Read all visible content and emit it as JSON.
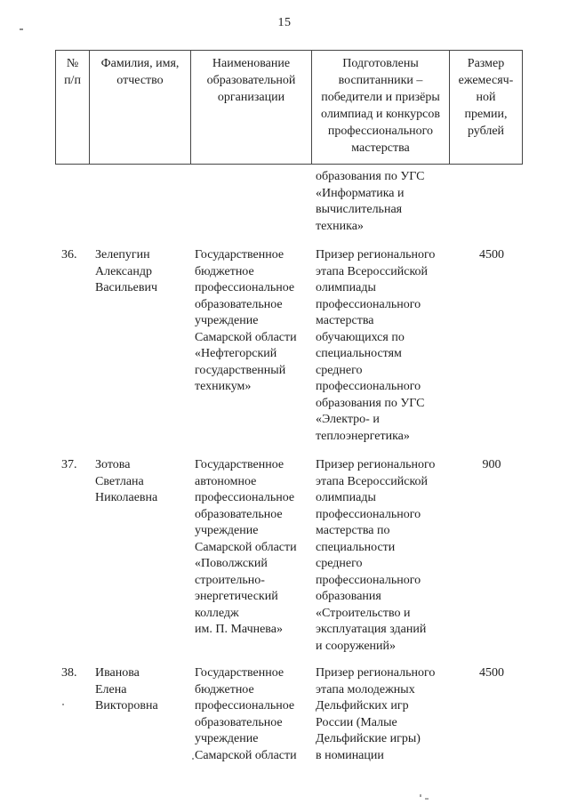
{
  "page": {
    "number": "15"
  },
  "table": {
    "headers": {
      "num": "№\nп/п",
      "name": "Фамилия, имя,\nотчество",
      "organization": "Наименование\nобразовательной\nорганизации",
      "achievement": "Подготовлены\nвоспитанники –\nпобедители и призёры\nолимпиад и конкурсов\nпрофессионального\nмастерства",
      "amount": "Размер\nежемесяч-\nной\nпремии,\nрублей"
    },
    "carryover": {
      "achievement": "образования по УГС\n«Информатика и\nвычислительная\nтехника»"
    },
    "rows": [
      {
        "num": "36.",
        "name": "Зелепугин\nАлександр\nВасильевич",
        "organization": "Государственное\nбюджетное\nпрофессиональное\nобразовательное\nучреждение\nСамарской области\n«Нефтегорский\nгосударственный\nтехникум»",
        "achievement": "Призер регионального\nэтапа Всероссийской\nолимпиады\nпрофессионального\nмастерства\nобучающихся по\nспециальностям\nсреднего\nпрофессионального\nобразования по УГС\n«Электро- и\nтеплоэнергетика»",
        "amount": "4500"
      },
      {
        "num": "37.",
        "name": "Зотова\nСветлана\nНиколаевна",
        "organization": "Государственное\nавтономное\nпрофессиональное\nобразовательное\nучреждение\nСамарской области\n«Поволжский\nстроительно-\nэнергетический\nколледж\nим. П. Мачнева»",
        "achievement": "Призер регионального\nэтапа Всероссийской\nолимпиады\nпрофессионального\nмастерства по\nспециальности\nсреднего\nпрофессионального\nобразования\n«Строительство и\nэксплуатация зданий\nи сооружений»",
        "amount": "900"
      },
      {
        "num": "38.",
        "name": "Иванова\nЕлена\nВикторовна",
        "organization": "Государственное\nбюджетное\nпрофессиональное\nобразовательное\nучреждение\nСамарской области",
        "achievement": "Призер регионального\nэтапа молодежных\nДельфийских игр\nРоссии (Малые\nДельфийские игры)\nв номинации",
        "amount": "4500"
      }
    ]
  }
}
